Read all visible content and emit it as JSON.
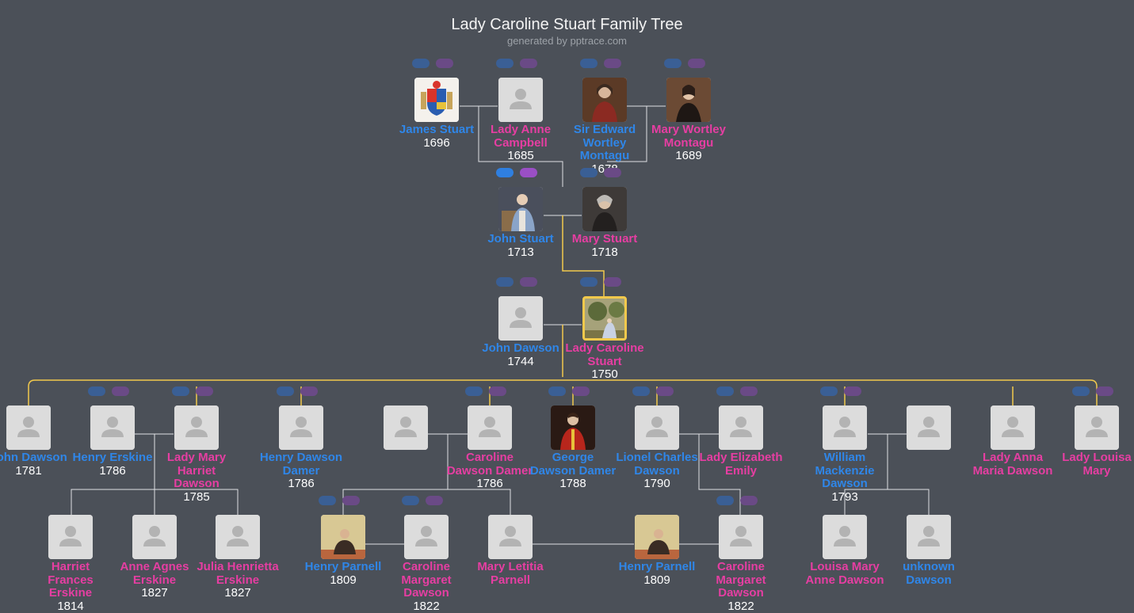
{
  "header": {
    "title": "Lady Caroline Stuart Family Tree",
    "subtitle": "generated by pptrace.com"
  },
  "people": [
    {
      "id": "james",
      "name": "James Stuart",
      "year": "1696",
      "gender": "m",
      "photo": "coat-of-arms"
    },
    {
      "id": "anne",
      "name": "Lady Anne Campbell",
      "year": "1685",
      "gender": "f",
      "photo": "none"
    },
    {
      "id": "edward",
      "name": "Sir Edward Wortley Montagu",
      "year": "1678",
      "gender": "m",
      "photo": "portrait-red"
    },
    {
      "id": "marywm",
      "name": "Mary Wortley Montagu",
      "year": "1689",
      "gender": "f",
      "photo": "portrait-dark"
    },
    {
      "id": "john1713",
      "name": "John Stuart",
      "year": "1713",
      "gender": "m",
      "photo": "portrait-blue"
    },
    {
      "id": "mary1718",
      "name": "Mary Stuart",
      "year": "1718",
      "gender": "f",
      "photo": "portrait-grey"
    },
    {
      "id": "john1744",
      "name": "John Dawson",
      "year": "1744",
      "gender": "m",
      "photo": "none"
    },
    {
      "id": "caroline",
      "name": "Lady Caroline Stuart",
      "year": "1750",
      "gender": "f",
      "photo": "landscape",
      "focus": true
    },
    {
      "id": "john1781",
      "name": "John Dawson",
      "year": "1781",
      "gender": "m",
      "photo": "none"
    },
    {
      "id": "henry1786",
      "name": "Henry Erskine",
      "year": "1786",
      "gender": "m",
      "photo": "none"
    },
    {
      "id": "ladymary",
      "name": "Lady Mary Harriet Dawson",
      "year": "1785",
      "gender": "f",
      "photo": "none"
    },
    {
      "id": "hddamer",
      "name": "Henry Dawson Damer",
      "year": "1786",
      "gender": "m",
      "photo": "none"
    },
    {
      "id": "spouse1",
      "name": "",
      "year": "",
      "gender": "m",
      "photo": "none"
    },
    {
      "id": "carolinedd",
      "name": "Caroline Dawson Damer",
      "year": "1786",
      "gender": "f",
      "photo": "none"
    },
    {
      "id": "george",
      "name": "George Dawson Damer",
      "year": "1788",
      "gender": "m",
      "photo": "portrait-redcoat"
    },
    {
      "id": "lionel",
      "name": "Lionel Charles Dawson",
      "year": "1790",
      "gender": "m",
      "photo": "none"
    },
    {
      "id": "ladyeliz",
      "name": "Lady Elizabeth Emily",
      "year": "",
      "gender": "f",
      "photo": "none"
    },
    {
      "id": "william",
      "name": "William Mackenzie Dawson",
      "year": "1793",
      "gender": "m",
      "photo": "none"
    },
    {
      "id": "spouse2",
      "name": "",
      "year": "",
      "gender": "f",
      "photo": "none"
    },
    {
      "id": "ladyanna",
      "name": "Lady Anna Maria Dawson",
      "year": "",
      "gender": "f",
      "photo": "none"
    },
    {
      "id": "ladylouisa",
      "name": "Lady Louisa Mary",
      "year": "",
      "gender": "f",
      "photo": "none"
    },
    {
      "id": "harriet",
      "name": "Harriet Frances Erskine",
      "year": "1814",
      "gender": "f",
      "photo": "none"
    },
    {
      "id": "anneagnes",
      "name": "Anne Agnes Erskine",
      "year": "1827",
      "gender": "f",
      "photo": "none"
    },
    {
      "id": "julia",
      "name": "Julia Henrietta Erskine",
      "year": "1827",
      "gender": "f",
      "photo": "none"
    },
    {
      "id": "hparnell1",
      "name": "Henry Parnell",
      "year": "1809",
      "gender": "m",
      "photo": "portrait-seated"
    },
    {
      "id": "cmd1",
      "name": "Caroline Margaret Dawson",
      "year": "1822",
      "gender": "f",
      "photo": "none"
    },
    {
      "id": "maryletitia",
      "name": "Mary Letitia Parnell",
      "year": "",
      "gender": "f",
      "photo": "none"
    },
    {
      "id": "hparnell2",
      "name": "Henry Parnell",
      "year": "1809",
      "gender": "m",
      "photo": "portrait-seated"
    },
    {
      "id": "cmd2",
      "name": "Caroline Margaret Dawson",
      "year": "1822",
      "gender": "f",
      "photo": "none"
    },
    {
      "id": "louisa",
      "name": "Louisa Mary Anne Dawson",
      "year": "",
      "gender": "f",
      "photo": "none"
    },
    {
      "id": "unknown",
      "name": "unknown Dawson",
      "year": "",
      "gender": "m",
      "photo": "none"
    }
  ]
}
